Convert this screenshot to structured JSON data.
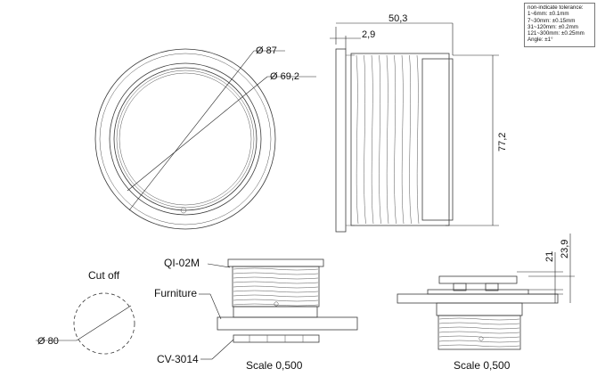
{
  "tolerance": {
    "title": "non-indicate tolerance:",
    "lines": [
      "1~6mm: ±0.1mm",
      "7~30mm: ±0.15mm",
      "31~120mm: ±0.2mm",
      "121~300mm: ±0.25mm",
      "Angle: ±1°"
    ]
  },
  "front_view": {
    "outer_diameter": "Ø 87",
    "inner_diameter": "Ø 69,2"
  },
  "side_view": {
    "overall_depth": "50,3",
    "flange_thickness": "2,9",
    "height": "77,2"
  },
  "cut_off": {
    "title": "Cut off",
    "diameter": "Ø 80"
  },
  "assembly_left": {
    "part_top": "QI-02M",
    "part_middle": "Furniture",
    "part_bottom": "CV-3014",
    "scale": "Scale  0,500"
  },
  "assembly_right": {
    "dim_a": "21",
    "dim_b": "23,9",
    "scale": "Scale  0,500"
  }
}
